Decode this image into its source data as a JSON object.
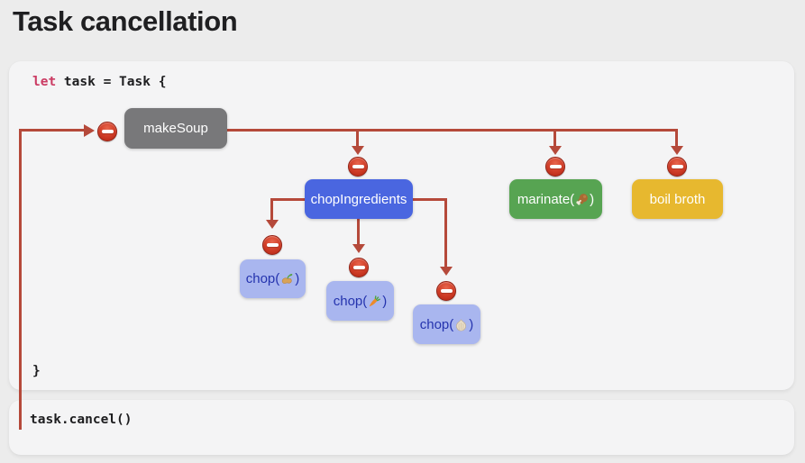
{
  "title": "Task cancellation",
  "code_panel": {
    "keyword": "let",
    "declaration_rest": " task = Task {",
    "closing_brace": "}"
  },
  "cancel_panel": {
    "code": "task.cancel()"
  },
  "diagram": {
    "edge_color": "#b5493a",
    "cancel_badge": {
      "icon": "no-entry",
      "glyph": "⛔"
    },
    "nodes": {
      "makeSoup": {
        "label": "makeSoup",
        "color": "#78787a",
        "text_color": "#ffffff"
      },
      "chopIngredients": {
        "label": "chopIngredients",
        "color": "#4a66e0",
        "text_color": "#ffffff"
      },
      "marinate": {
        "label_prefix": "marinate(",
        "emoji": "🍗",
        "label_suffix": ")",
        "color": "#57a452",
        "text_color": "#ffffff"
      },
      "boilBroth": {
        "label": "boil broth",
        "color": "#e7b82f",
        "text_color": "#ffffff"
      },
      "chopGinger": {
        "label_prefix": "chop(",
        "emoji": "🫚",
        "label_suffix": ")",
        "color": "#a9b6ef",
        "text_color": "#2433ae"
      },
      "chopCarrot": {
        "label_prefix": "chop(",
        "emoji": "🥕",
        "label_suffix": ")",
        "color": "#a9b6ef",
        "text_color": "#2433ae"
      },
      "chopGarlic": {
        "label_prefix": "chop(",
        "emoji": "🧄",
        "label_suffix": ")",
        "color": "#a9b6ef",
        "text_color": "#2433ae"
      }
    },
    "edges": [
      "task.cancel() → makeSoup",
      "makeSoup → chopIngredients",
      "makeSoup → marinate(🍗)",
      "makeSoup → boil broth",
      "chopIngredients → chop(🫚)",
      "chopIngredients → chop(🥕)",
      "chopIngredients → chop(🧄)"
    ]
  }
}
